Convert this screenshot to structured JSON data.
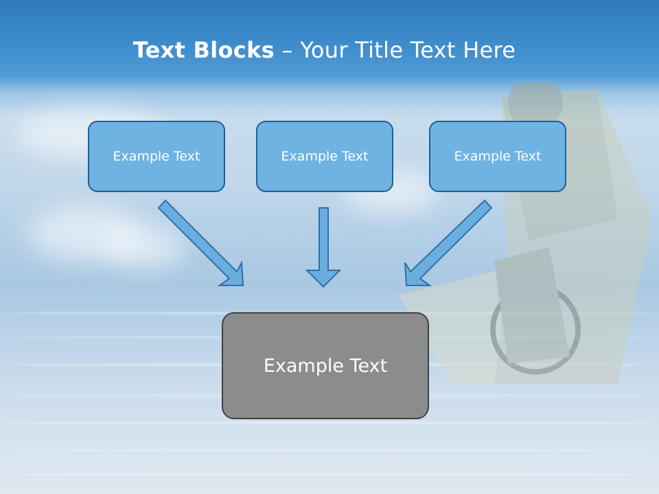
{
  "title": {
    "bold": "Text Blocks",
    "separator": " – ",
    "rest": "Your Title Text Here"
  },
  "blocks": [
    {
      "label": "Example Text"
    },
    {
      "label": "Example Text"
    },
    {
      "label": "Example Text"
    }
  ],
  "target": {
    "label": "Example Text"
  },
  "colors": {
    "box_fill": "#6eb3e2",
    "box_border": "#1f5f96",
    "target_fill": "#8c8c8c",
    "target_border": "#404040",
    "arrow_fill": "#6aaee0",
    "arrow_border": "#2f6ea6"
  }
}
